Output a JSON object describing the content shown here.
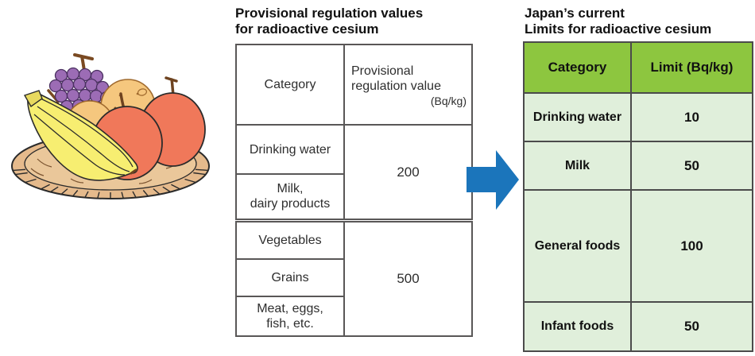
{
  "illustration": {
    "name": "fruit-basket",
    "fruits": [
      "bananas",
      "grapes",
      "oranges",
      "apples"
    ],
    "container": "woven basket plate",
    "colors": {
      "grapes": "#9c6cb5",
      "orange": "#f5c77e",
      "apple": "#f0785a",
      "banana": "#f7ee71",
      "basket": "#e5ba8c"
    }
  },
  "provisional_table": {
    "title": "Provisional regulation values\nfor radioactive cesium",
    "columns": {
      "category": "Category",
      "value": "Provisional\nregulation value",
      "unit": "(Bq/kg)"
    },
    "rows": [
      {
        "category": "Drinking water"
      },
      {
        "category": "Milk,\ndairy products"
      },
      {
        "category": "Vegetables"
      },
      {
        "category": "Grains"
      },
      {
        "category": "Meat, eggs,\nfish, etc."
      }
    ],
    "merged_values": [
      {
        "value": "200",
        "applies_to": [
          "Drinking water",
          "Milk, dairy products"
        ]
      },
      {
        "value": "500",
        "applies_to": [
          "Vegetables",
          "Grains",
          "Meat, eggs, fish, etc."
        ]
      }
    ],
    "border_color": "#595757"
  },
  "arrow": {
    "name": "right-arrow",
    "color": "#1b75bb"
  },
  "current_table": {
    "title": "Japan’s current\nLimits for radioactive cesium",
    "columns": {
      "category": "Category",
      "limit": "Limit (Bq/kg)"
    },
    "rows": [
      {
        "category": "Drinking water",
        "limit": "10"
      },
      {
        "category": "Milk",
        "limit": "50"
      },
      {
        "category": "General foods",
        "limit": "100"
      },
      {
        "category": "Infant foods",
        "limit": "50"
      }
    ],
    "colors": {
      "header_bg": "#8dc63f",
      "cell_bg": "#e0efdb",
      "border": "#4b4b4b"
    }
  }
}
